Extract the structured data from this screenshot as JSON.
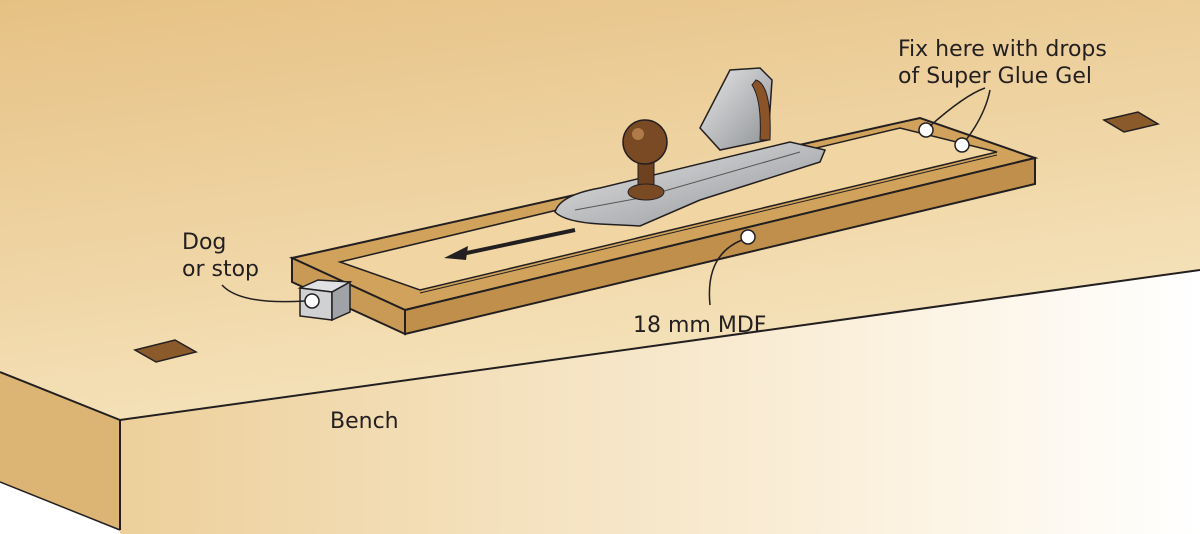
{
  "labels": {
    "glue_line1": "Fix here with drops",
    "glue_line2": "of Super Glue Gel",
    "dog_line1": "Dog",
    "dog_line2": "or stop",
    "mdf": "18 mm MDF",
    "bench": "Bench"
  },
  "colors": {
    "bench_top": "#e9c98c",
    "bench_front": "#f3dfb4",
    "board": "#c99a55",
    "veneer": "#f1d6a3",
    "plane": "#b9bcc0",
    "knob": "#7a4a25",
    "outline": "#231f20"
  }
}
